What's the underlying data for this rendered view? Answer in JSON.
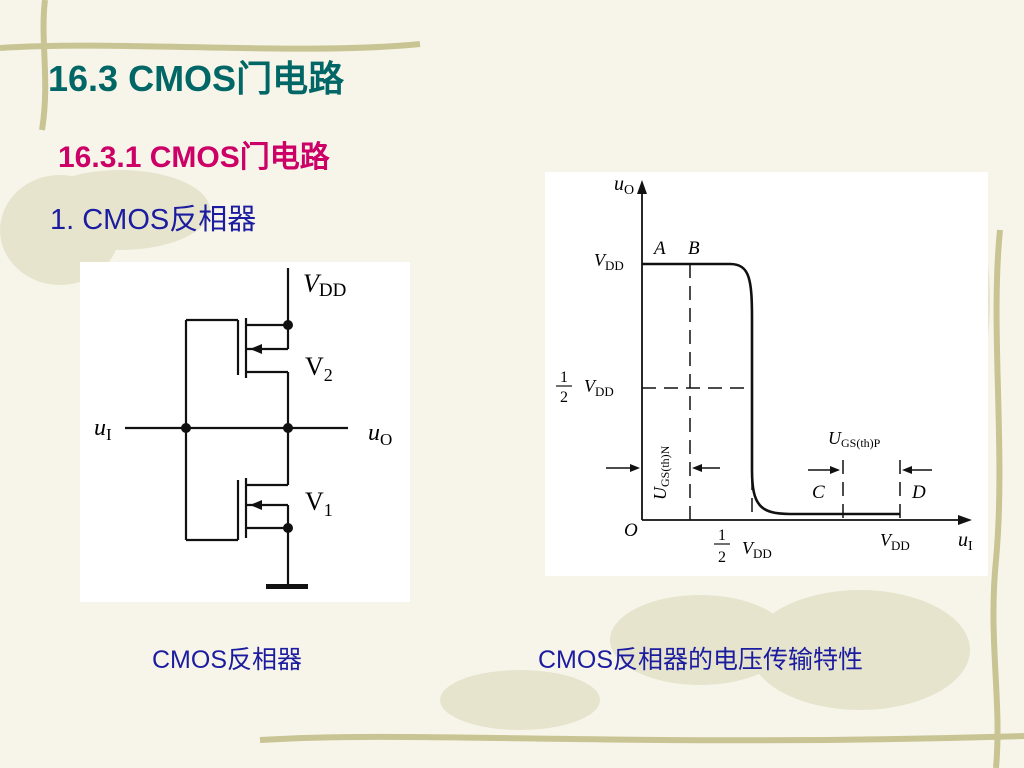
{
  "slide": {
    "title": "16.3  CMOS门电路",
    "subtitle": "16.3.1  CMOS门电路",
    "section": "1. CMOS反相器"
  },
  "circuit": {
    "vdd_label": "V",
    "vdd_sub": "DD",
    "v2_label": "V",
    "v2_sub": "2",
    "v1_label": "V",
    "v1_sub": "1",
    "ui_label": "u",
    "ui_sub": "I",
    "uo_label": "u",
    "uo_sub": "O",
    "caption": "CMOS反相器"
  },
  "graph": {
    "y_axis_label": "u",
    "y_axis_sub": "O",
    "x_axis_label": "u",
    "x_axis_sub": "I",
    "origin_label": "O",
    "vdd_y_label": "V",
    "vdd_y_sub": "DD",
    "half_num": "1",
    "half_den": "2",
    "half_vdd_y_label": "V",
    "half_vdd_y_sub": "DD",
    "half_vdd_x_label": "V",
    "half_vdd_x_sub": "DD",
    "vdd_x_label": "V",
    "vdd_x_sub": "DD",
    "point_a": "A",
    "point_b": "B",
    "point_c": "C",
    "point_d": "D",
    "ugsn_label": "U",
    "ugsn_sub": "GS(th)N",
    "ugsp_label": "U",
    "ugsp_sub": "GS(th)P",
    "caption": "CMOS反相器的电压传输特性"
  }
}
